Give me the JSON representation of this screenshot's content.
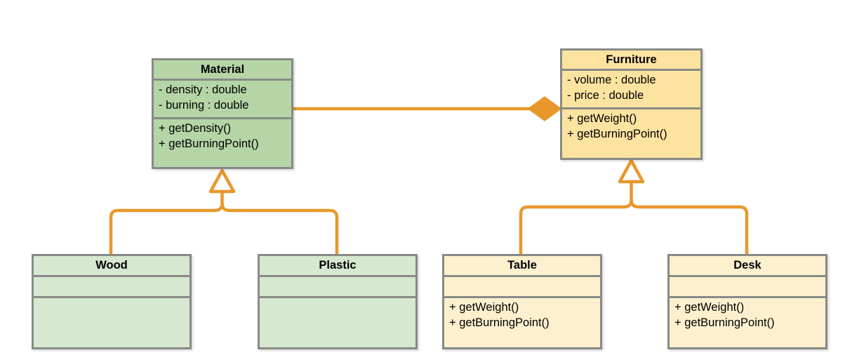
{
  "diagram": {
    "type": "uml-class-diagram",
    "background_color": "#ffffff",
    "connector_color": "#e8982a",
    "border_color": "#888a86",
    "classes": [
      {
        "id": "material",
        "name": "Material",
        "fill_color": "#b5d5a7",
        "attributes": [
          "- density : double",
          "- burning : double"
        ],
        "operations": [
          "+ getDensity()",
          "+ getBurningPoint()"
        ]
      },
      {
        "id": "furniture",
        "name": "Furniture",
        "fill_color": "#fce3a0",
        "attributes": [
          "- volume : double",
          "- price : double"
        ],
        "operations": [
          "+ getWeight()",
          "+ getBurningPoint()"
        ]
      },
      {
        "id": "wood",
        "name": "Wood",
        "fill_color": "#d6e8d0",
        "attributes": [],
        "operations": []
      },
      {
        "id": "plastic",
        "name": "Plastic",
        "fill_color": "#d6e8d0",
        "attributes": [],
        "operations": []
      },
      {
        "id": "table",
        "name": "Table",
        "fill_color": "#fdf0ce",
        "attributes": [],
        "operations": [
          "+ getWeight()",
          "+ getBurningPoint()"
        ]
      },
      {
        "id": "desk",
        "name": "Desk",
        "fill_color": "#fdf0ce",
        "attributes": [],
        "operations": [
          "+ getWeight()",
          "+ getBurningPoint()"
        ]
      }
    ],
    "relationships": [
      {
        "kind": "composition",
        "source": "furniture",
        "target": "material",
        "marker": "filled-diamond"
      },
      {
        "kind": "generalization",
        "source": "wood",
        "target": "material",
        "marker": "hollow-triangle"
      },
      {
        "kind": "generalization",
        "source": "plastic",
        "target": "material",
        "marker": "hollow-triangle"
      },
      {
        "kind": "generalization",
        "source": "table",
        "target": "furniture",
        "marker": "hollow-triangle"
      },
      {
        "kind": "generalization",
        "source": "desk",
        "target": "furniture",
        "marker": "hollow-triangle"
      }
    ]
  }
}
